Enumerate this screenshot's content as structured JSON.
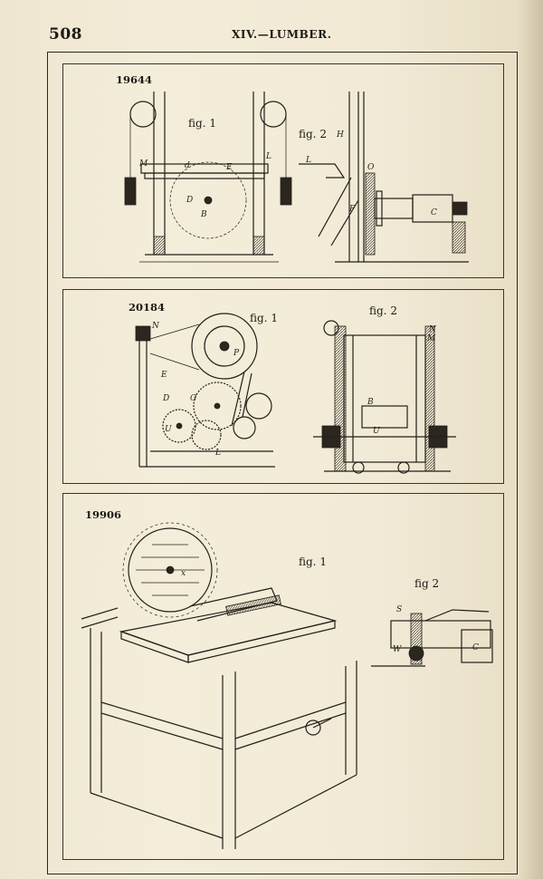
{
  "header": {
    "page_number": "508",
    "section_title": "XIV.—LUMBER."
  },
  "plates": [
    {
      "patent_number": "19644",
      "figures": [
        "fig. 1",
        "fig. 2"
      ]
    },
    {
      "patent_number": "20184",
      "figures": [
        "fig. 1",
        "fig. 2"
      ]
    },
    {
      "patent_number": "19906",
      "figures": [
        "fig. 1",
        "fig 2"
      ]
    }
  ],
  "colors": {
    "paper": "#efe7d2",
    "ink": "#231f19"
  }
}
